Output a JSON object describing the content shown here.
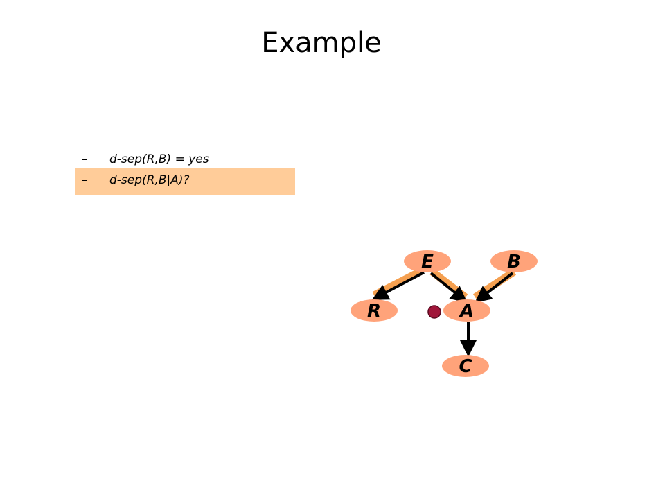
{
  "slide": {
    "title": "Example"
  },
  "bullets": [
    {
      "dash": "–",
      "text": "d-sep(R,B) = yes",
      "highlighted": false
    },
    {
      "dash": "–",
      "text": "d-sep(R,B|A)?",
      "highlighted": true
    }
  ],
  "graph": {
    "nodes": {
      "E": "E",
      "B": "B",
      "R": "R",
      "A": "A",
      "C": "C"
    }
  },
  "colors": {
    "node_fill": "#FFA37A",
    "path_highlight": "#F5A050",
    "edge": "#000000",
    "bullet_highlight": "#FFCC99",
    "marker": "#A0163A"
  }
}
